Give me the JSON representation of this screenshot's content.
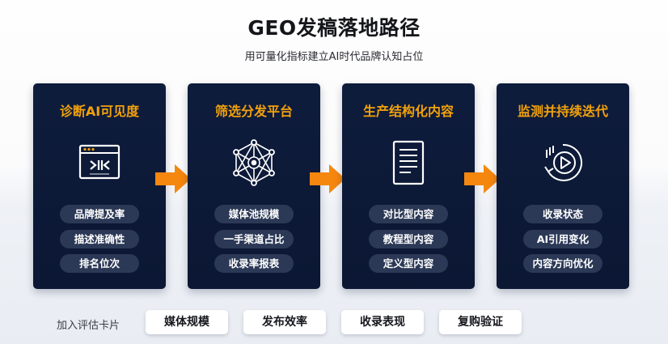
{
  "header": {
    "title": "GEO发稿落地路径",
    "subtitle": "用可量化指标建立AI时代品牌认知占位"
  },
  "cards": [
    {
      "title": "诊断AI可见度",
      "icon": "code-window-icon",
      "items": [
        "品牌提及率",
        "描述准确性",
        "排名位次"
      ]
    },
    {
      "title": "筛选分发平台",
      "icon": "network-globe-icon",
      "items": [
        "媒体池规模",
        "一手渠道占比",
        "收录率报表"
      ]
    },
    {
      "title": "生产结构化内容",
      "icon": "document-icon",
      "items": [
        "对比型内容",
        "教程型内容",
        "定义型内容"
      ]
    },
    {
      "title": "监测并持续迭代",
      "icon": "play-cycle-icon",
      "items": [
        "收录状态",
        "AI引用变化",
        "内容方向优化"
      ]
    }
  ],
  "footer": {
    "label": "加入评估卡片",
    "tags": [
      "媒体规模",
      "发布效率",
      "收录表现",
      "复购验证"
    ]
  },
  "colors": {
    "card_bg": "#0e1c3c",
    "card_title": "#f2a10b",
    "pill_bg": "#2b3856",
    "arrow": "#f5870f"
  }
}
